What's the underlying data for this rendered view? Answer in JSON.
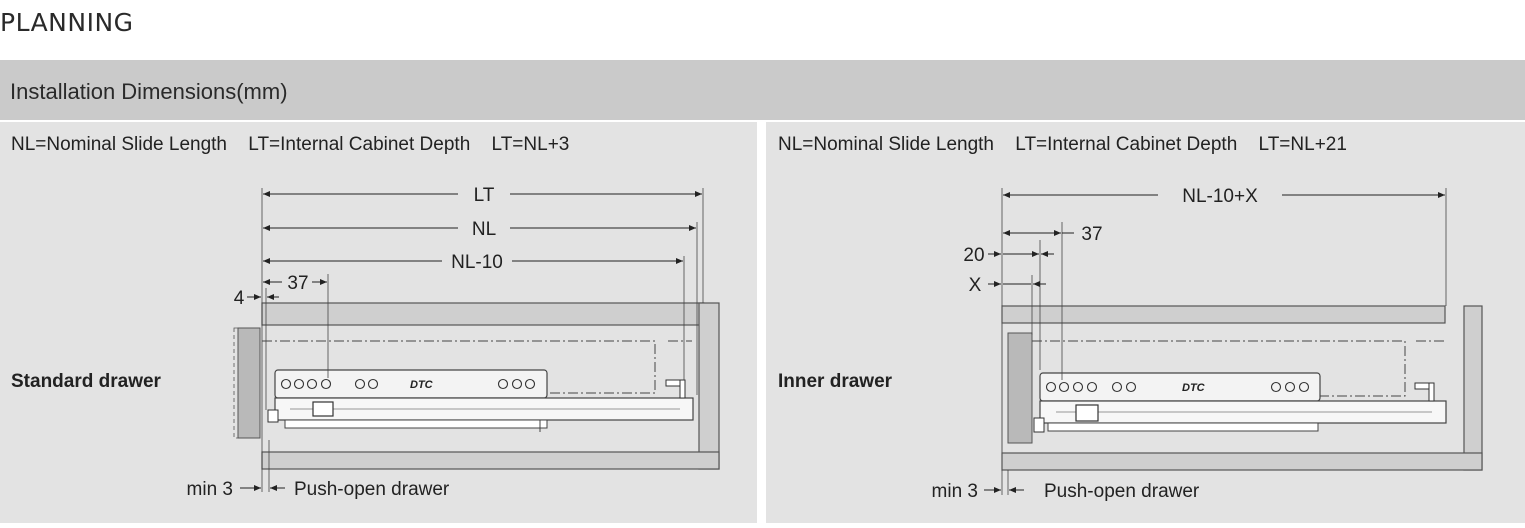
{
  "page_title": "PLANNING",
  "section_title": "Installation Dimensions(mm)",
  "left_panel": {
    "formula": {
      "nl": "NL=Nominal Slide Length",
      "lt": "LT=Internal Cabinet Depth",
      "rel": "LT=NL+3"
    },
    "label": "Standard drawer",
    "dims": {
      "lt": "LT",
      "nl": "NL",
      "nl10": "NL-10",
      "d37": "37",
      "d4": "4",
      "min3": "min 3",
      "push": "Push-open drawer"
    },
    "brand": "DTC"
  },
  "right_panel": {
    "formula": {
      "nl": "NL=Nominal Slide Length",
      "lt": "LT=Internal Cabinet Depth",
      "rel": "LT=NL+21"
    },
    "label": "Inner drawer",
    "dims": {
      "total": "NL-10+X",
      "d37": "37",
      "d20": "20",
      "x": "X",
      "min3": "min 3",
      "push": "Push-open drawer"
    },
    "brand": "DTC"
  }
}
